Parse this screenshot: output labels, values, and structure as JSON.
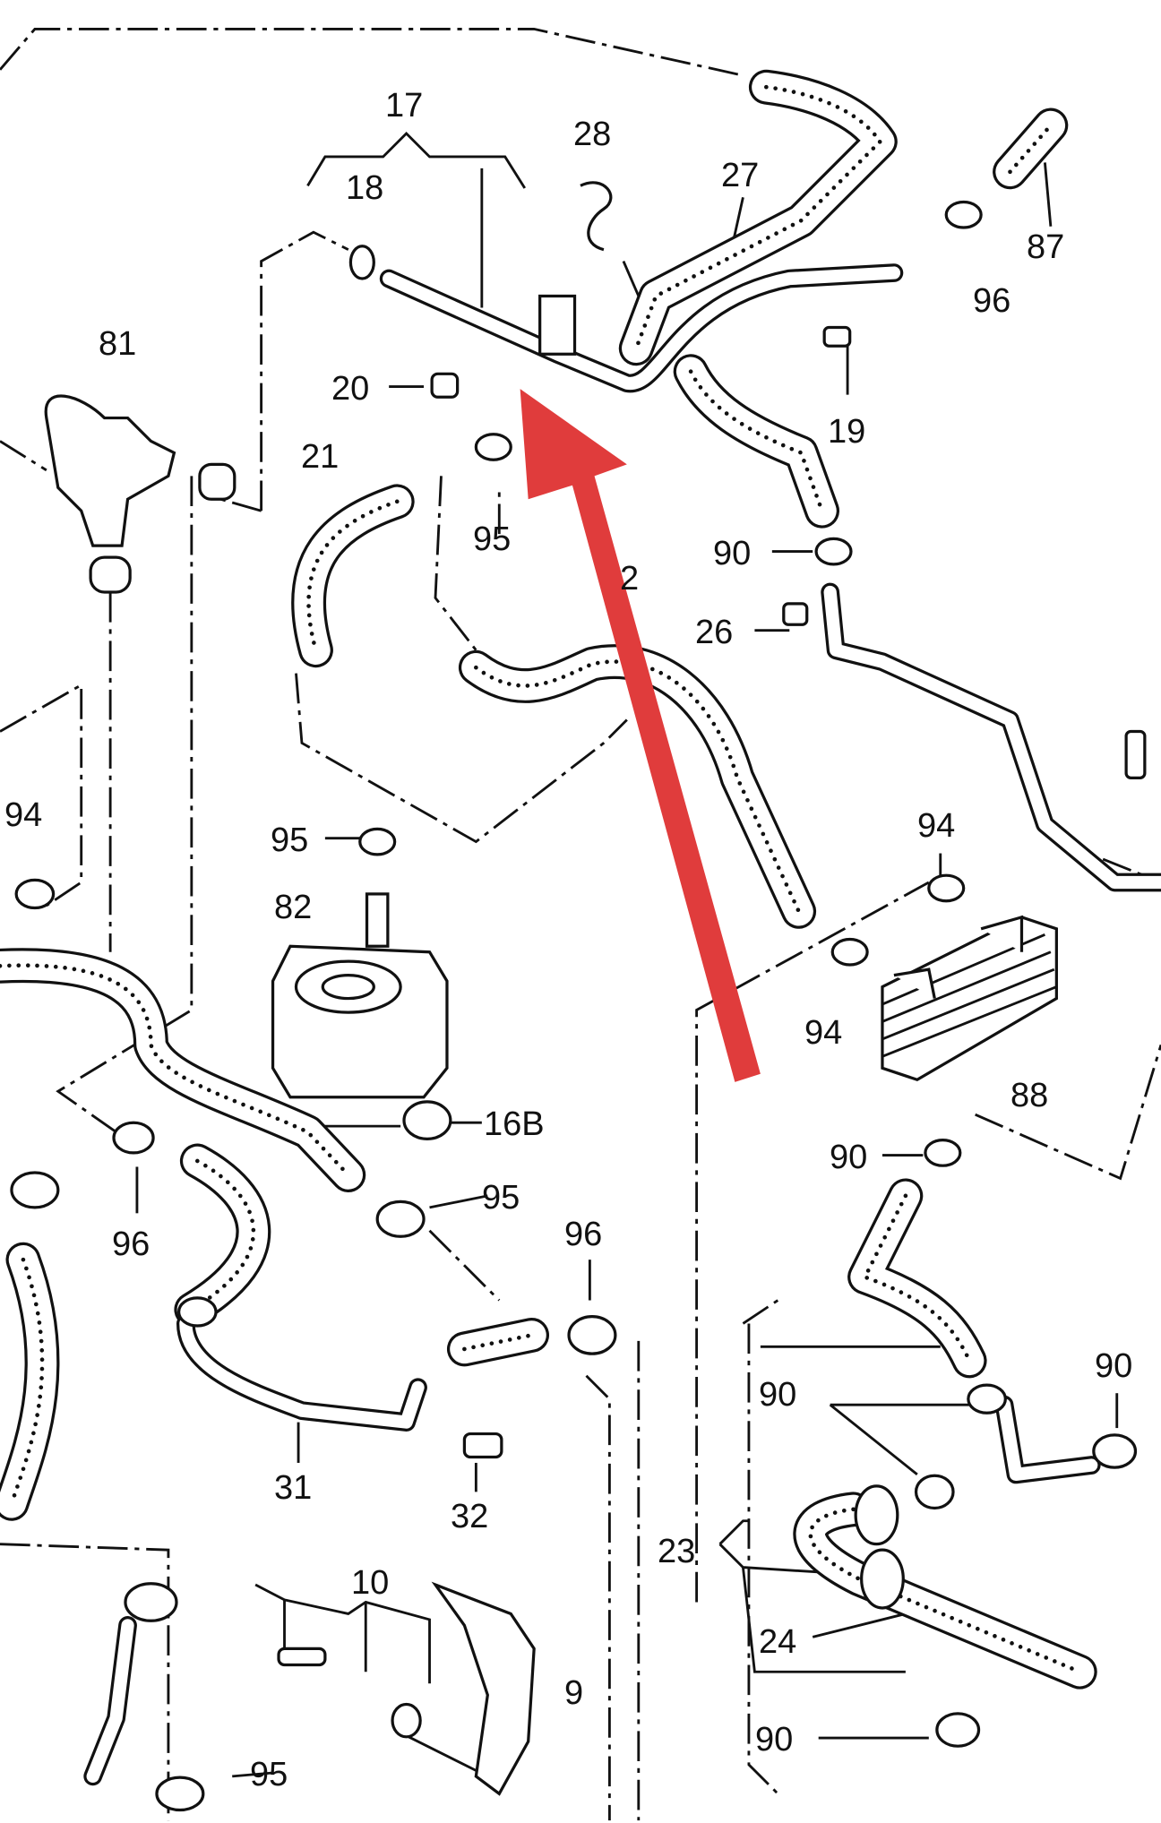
{
  "diagram": {
    "title": "Coolant / oil cooler hose parts diagram",
    "arrow_color": "#e03c3c",
    "labels": [
      "17",
      "18",
      "28",
      "27",
      "87",
      "96",
      "81",
      "20",
      "19",
      "21",
      "95",
      "90",
      "2",
      "26",
      "94",
      "95",
      "94",
      "82",
      "94",
      "88",
      "16B",
      "90",
      "95",
      "96",
      "96",
      "90",
      "90",
      "31",
      "32",
      "23",
      "10",
      "24",
      "9",
      "95",
      "90"
    ]
  }
}
